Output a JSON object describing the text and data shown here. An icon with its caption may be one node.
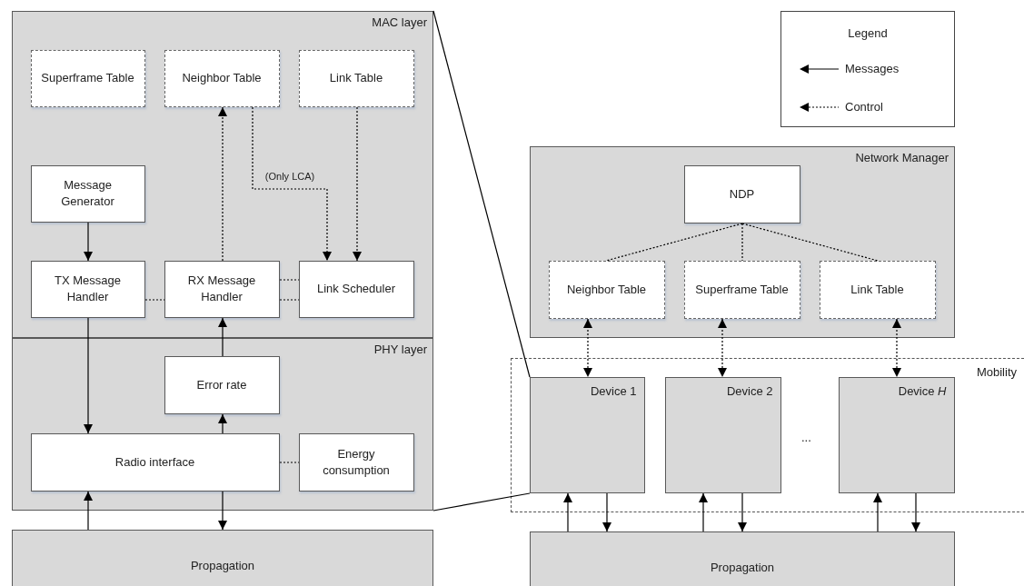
{
  "diagram": {
    "nodes": [
      {
        "text": [
          "MAC layer"
        ]
      },
      {
        "text": [
          "Superframe Table"
        ],
        "in": 0
      },
      {
        "text": [
          "Neighbor Table"
        ],
        "in": 0
      },
      {
        "text": [
          "Link Table"
        ],
        "in": 0
      },
      {
        "text": [
          "Message Generator"
        ],
        "in": 0
      },
      {
        "text": [
          "TX Message Handler"
        ],
        "in": 0
      },
      {
        "text": [
          "RX Message Handler"
        ],
        "in": 0
      },
      {
        "text": [
          "Link Scheduler"
        ],
        "in": 0
      },
      {
        "text": [
          "PHY layer"
        ]
      },
      {
        "text": [
          "Error rate"
        ],
        "in": 8
      },
      {
        "text": [
          "Radio interface"
        ],
        "in": 8
      },
      {
        "text": [
          "Energy consumption"
        ],
        "in": 8
      },
      {
        "text": [
          "Propagation"
        ]
      },
      {
        "text": [
          "Network Manager"
        ]
      },
      {
        "text": [
          "NDP"
        ],
        "in": 13
      },
      {
        "text": [
          "Neighbor Table"
        ],
        "in": 13
      },
      {
        "text": [
          "Superframe Table"
        ],
        "in": 13
      },
      {
        "text": [
          "Link Table"
        ],
        "in": 13
      },
      {
        "text": [
          "Mobility"
        ]
      },
      {
        "text": [
          "Device 1"
        ],
        "in": 18
      },
      {
        "text": [
          "Device 2"
        ],
        "in": 18
      },
      {
        "text": [
          "Device *H*"
        ],
        "in": 18
      },
      {
        "text": [
          "Propagation"
        ]
      }
    ],
    "edges": [
      {
        "from": 4,
        "to": 5,
        "arrow": "to"
      },
      {
        "from": 6,
        "to": 2,
        "arrow": "to",
        "style": "dashed"
      },
      {
        "from": 2,
        "to": 7,
        "arrow": "to",
        "style": "dashed",
        "label": "(Only LCA)"
      },
      {
        "from": 3,
        "to": 7,
        "arrow": "to",
        "style": "dashed"
      },
      {
        "from": 5,
        "to": 6,
        "arrow": "none",
        "style": "dashed"
      },
      {
        "from": 6,
        "to": 7,
        "arrow": "none",
        "style": "dashed"
      },
      {
        "from": 6,
        "to": 7,
        "arrow": "none",
        "style": "dashed"
      },
      {
        "from": 5,
        "to": 10,
        "arrow": "to"
      },
      {
        "from": 9,
        "to": 6,
        "arrow": "to"
      },
      {
        "from": 10,
        "to": 9,
        "arrow": "to"
      },
      {
        "from": 10,
        "to": 11,
        "arrow": "none",
        "style": "dashed"
      },
      {
        "from": 12,
        "to": 10,
        "arrow": "to"
      },
      {
        "from": 10,
        "to": 12,
        "arrow": "to"
      },
      {
        "from": 14,
        "to": 15,
        "arrow": "none",
        "style": "dashed"
      },
      {
        "from": 14,
        "to": 16,
        "arrow": "none",
        "style": "dashed"
      },
      {
        "from": 14,
        "to": 17,
        "arrow": "none",
        "style": "dashed"
      },
      {
        "from": 15,
        "to": 19,
        "arrow": "both",
        "style": "dashed"
      },
      {
        "from": 16,
        "to": 20,
        "arrow": "both",
        "style": "dashed"
      },
      {
        "from": 17,
        "to": 21,
        "arrow": "both",
        "style": "dashed"
      },
      {
        "from": 22,
        "to": 19,
        "arrow": "to"
      },
      {
        "from": 19,
        "to": 22,
        "arrow": "to"
      },
      {
        "from": 22,
        "to": 20,
        "arrow": "to"
      },
      {
        "from": 20,
        "to": 22,
        "arrow": "to"
      },
      {
        "from": 22,
        "to": 21,
        "arrow": "to"
      },
      {
        "from": 21,
        "to": 22,
        "arrow": "to"
      },
      {
        "from": 0,
        "to": 19,
        "arrow": "none"
      },
      {
        "from": 8,
        "to": 19,
        "arrow": "none"
      }
    ],
    "labels": [
      "Legend",
      "..."
    ],
    "legend": [
      {
        "text": "Messages"
      },
      {
        "text": "Control"
      }
    ]
  }
}
